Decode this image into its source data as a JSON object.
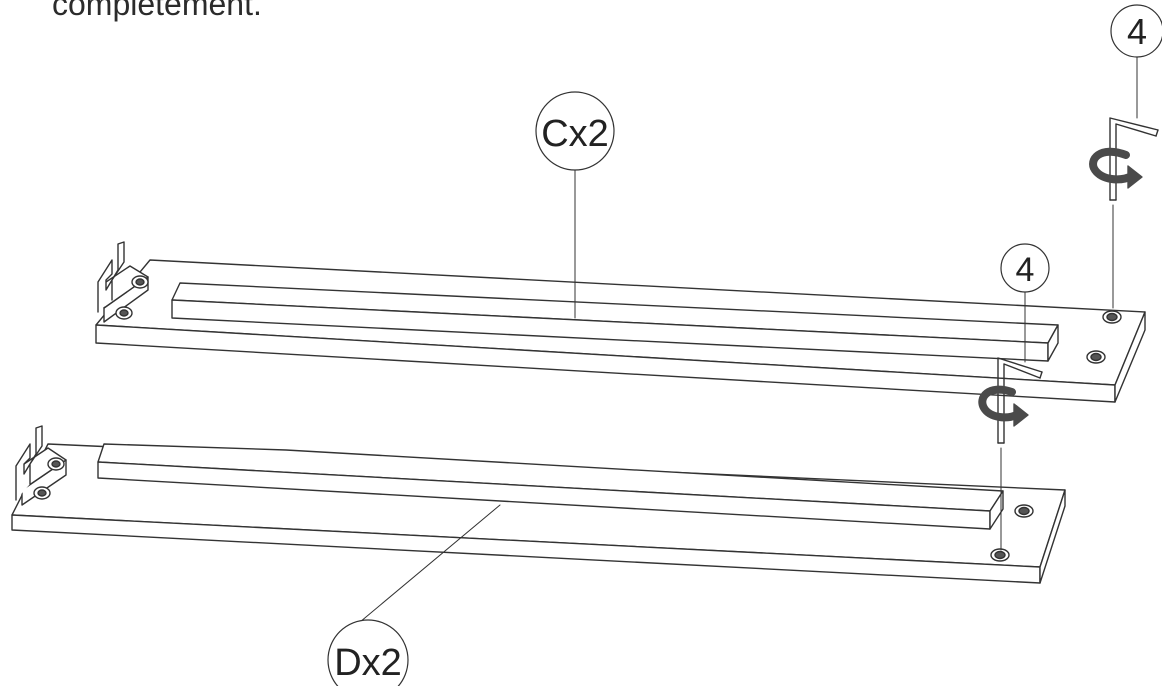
{
  "instruction_text": "complètement.",
  "callouts": {
    "part_c": "Cx2",
    "part_d": "Dx2",
    "tool_top": "4",
    "tool_mid": "4"
  },
  "icons": {
    "allen_key": "allen-key-icon",
    "rotate_arrow": "rotate-arrow-icon",
    "cam_lock": "cam-lock-icon",
    "bracket": "metal-bracket-icon"
  }
}
